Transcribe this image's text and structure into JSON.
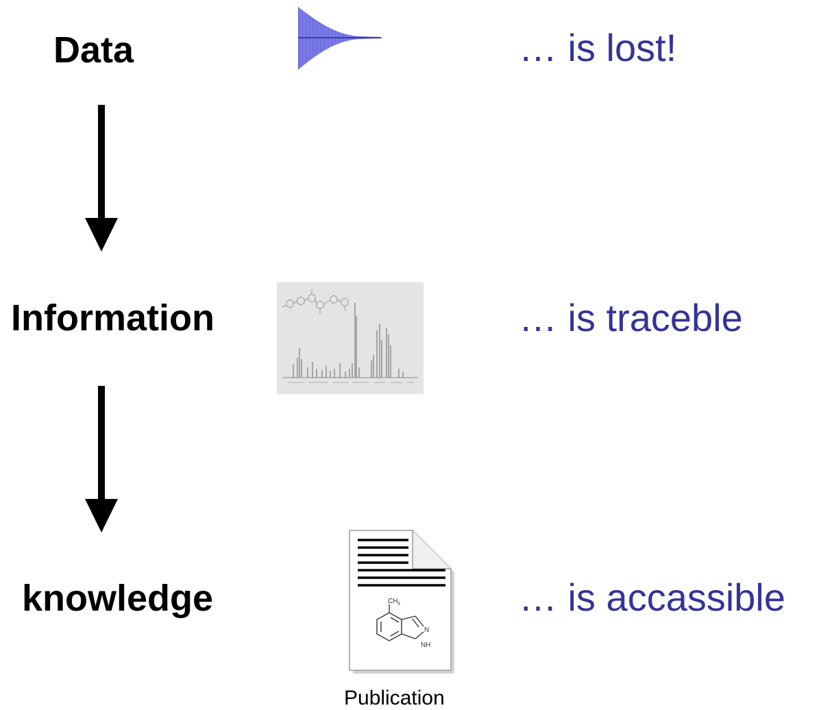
{
  "stages": [
    {
      "label": "Data",
      "status": "… is lost!",
      "graphic": "fid-signal-icon"
    },
    {
      "label": "Information",
      "status": "… is traceble",
      "graphic": "nmr-spectrum-icon"
    },
    {
      "label": "knowledge",
      "status": "… is accassible",
      "graphic": "publication-document-icon"
    }
  ],
  "publication_caption": "Publication",
  "molecule_labels": {
    "methyl": "CH",
    "methyl_subscript": "3",
    "nitrogen": "N",
    "nh": "NH"
  },
  "colors": {
    "stage_label": "#000000",
    "status_text": "#333399",
    "signal_fill": "#8080ee",
    "signal_line": "#3333aa",
    "spectrum_bg": "#e4e4e4",
    "arrow": "#000000"
  }
}
